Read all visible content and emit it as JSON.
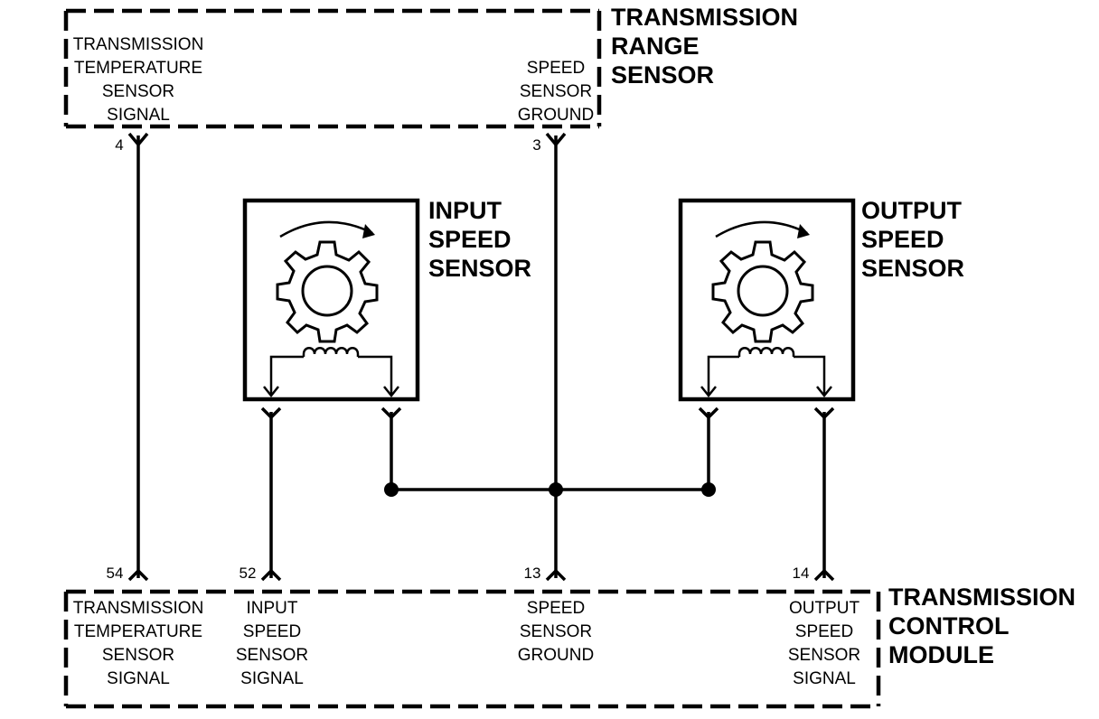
{
  "range_sensor": {
    "title": [
      "TRANSMISSION",
      "RANGE",
      "SENSOR"
    ],
    "temp_label": [
      "TRANSMISSION",
      "TEMPERATURE",
      "SENSOR",
      "SIGNAL"
    ],
    "ground_label": [
      "SPEED",
      "SENSOR",
      "GROUND"
    ],
    "pin_temp": "4",
    "pin_ground": "3"
  },
  "input_sensor": {
    "title": [
      "INPUT",
      "SPEED",
      "SENSOR"
    ]
  },
  "output_sensor": {
    "title": [
      "OUTPUT",
      "SPEED",
      "SENSOR"
    ]
  },
  "tcm": {
    "title": [
      "TRANSMISSION",
      "CONTROL",
      "MODULE"
    ],
    "pins": [
      "54",
      "52",
      "13",
      "14"
    ],
    "labels": [
      [
        "TRANSMISSION",
        "TEMPERATURE",
        "SENSOR",
        "SIGNAL"
      ],
      [
        "INPUT",
        "SPEED",
        "SENSOR",
        "SIGNAL"
      ],
      [
        "SPEED",
        "SENSOR",
        "GROUND"
      ],
      [
        "OUTPUT",
        "SPEED",
        "SENSOR",
        "SIGNAL"
      ]
    ]
  }
}
